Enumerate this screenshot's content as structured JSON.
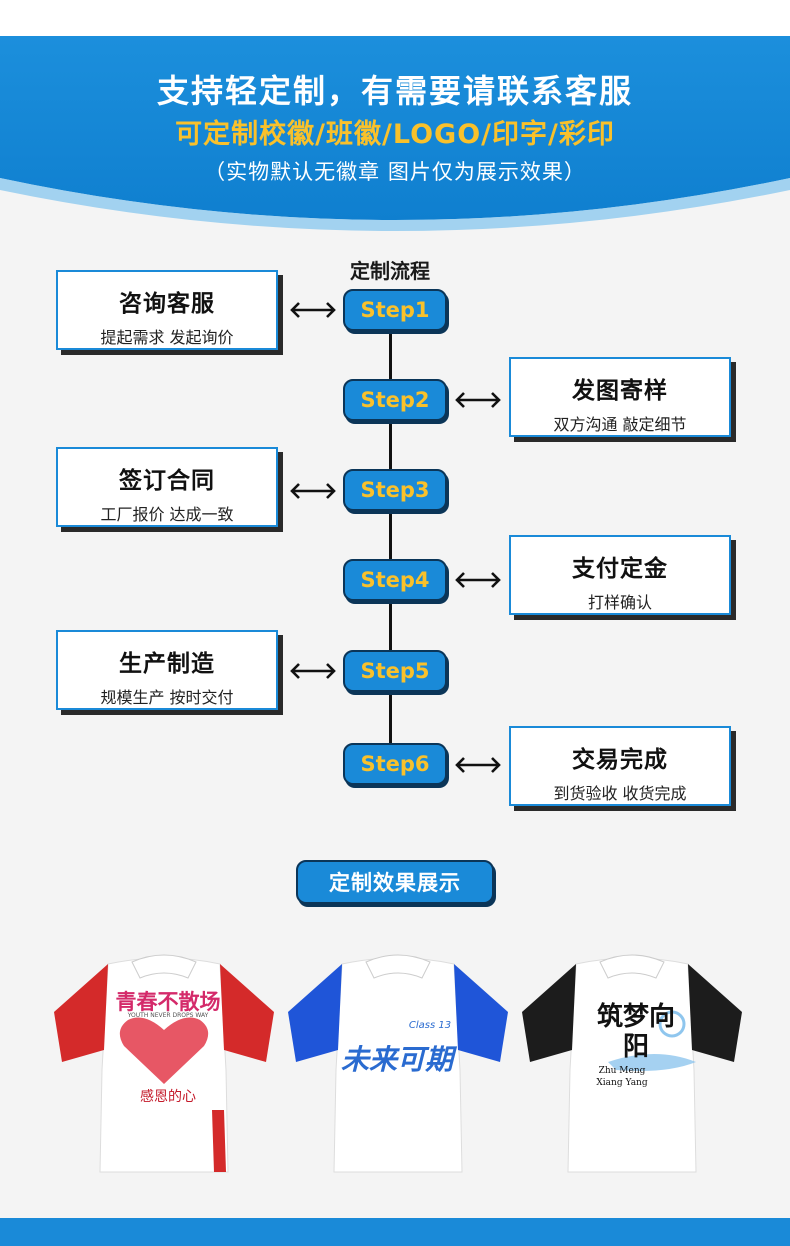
{
  "banner": {
    "title": "支持轻定制，有需要请联系客服",
    "subtitle": "可定制校徽/班徽/LOGO/印字/彩印",
    "note": "（实物默认无徽章 图片仅为展示效果）"
  },
  "flow": {
    "title": "定制流程",
    "steps": [
      {
        "label": "Step1",
        "title": "咨询客服",
        "desc": "提起需求 发起询价"
      },
      {
        "label": "Step2",
        "title": "发图寄样",
        "desc": "双方沟通 敲定细节"
      },
      {
        "label": "Step3",
        "title": "签订合同",
        "desc": "工厂报价 达成一致"
      },
      {
        "label": "Step4",
        "title": "支付定金",
        "desc": "打样确认"
      },
      {
        "label": "Step5",
        "title": "生产制造",
        "desc": "规模生产 按时交付"
      },
      {
        "label": "Step6",
        "title": "交易完成",
        "desc": "到货验收 收货完成"
      }
    ]
  },
  "showcase": {
    "title": "定制效果展示",
    "shirts": [
      {
        "sleeve_color": "#d42a2a",
        "main_text": "青春不散场",
        "sub_text": "YOUTH NEVER DROPS WAY",
        "bottom_text": "感恩的心"
      },
      {
        "sleeve_color": "#1f55d8",
        "main_text": "未来可期",
        "sub_text": "Class 13"
      },
      {
        "sleeve_color": "#1c1c1c",
        "main_text": "筑梦向阳",
        "sub_text": "Zhu Meng",
        "sub_text2": "Xiang Yang"
      }
    ]
  },
  "colors": {
    "primary_blue": "#1a8ad8",
    "accent_yellow": "#f9c12b",
    "dark_navy": "#0b3558"
  }
}
